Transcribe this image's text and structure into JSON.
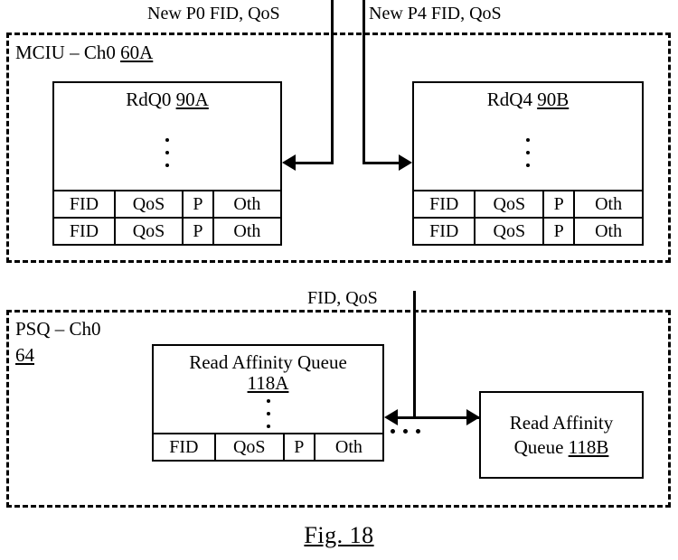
{
  "figure": {
    "caption": "Fig. 18"
  },
  "flow_labels": {
    "new_p0": "New P0 FID, QoS",
    "new_p4": "New P4 FID, QoS",
    "fid_qos": "FID, QoS"
  },
  "groups": [
    {
      "id": "mciu-ch0",
      "label_text": "MCIU – Ch0",
      "label_ref": "60A"
    },
    {
      "id": "psq-ch0",
      "label_text": "PSQ – Ch0",
      "label_ref": "64"
    }
  ],
  "queues": {
    "rdq0": {
      "title": "RdQ0",
      "ref": "90A",
      "columns": [
        "FID",
        "QoS",
        "P",
        "Oth"
      ],
      "rows": [
        [
          "FID",
          "QoS",
          "P",
          "Oth"
        ],
        [
          "FID",
          "QoS",
          "P",
          "Oth"
        ]
      ]
    },
    "rdq4": {
      "title": "RdQ4",
      "ref": "90B",
      "columns": [
        "FID",
        "QoS",
        "P",
        "Oth"
      ],
      "rows": [
        [
          "FID",
          "QoS",
          "P",
          "Oth"
        ],
        [
          "FID",
          "QoS",
          "P",
          "Oth"
        ]
      ]
    },
    "raq_a": {
      "title": "Read Affinity Queue",
      "ref": "118A",
      "columns": [
        "FID",
        "QoS",
        "P",
        "Oth"
      ],
      "rows": [
        [
          "FID",
          "QoS",
          "P",
          "Oth"
        ]
      ]
    },
    "raq_b": {
      "title_line1": "Read Affinity",
      "title_line2": "Queue",
      "ref": "118B"
    }
  },
  "colors": {
    "stroke": "#000000",
    "background": "#ffffff"
  }
}
